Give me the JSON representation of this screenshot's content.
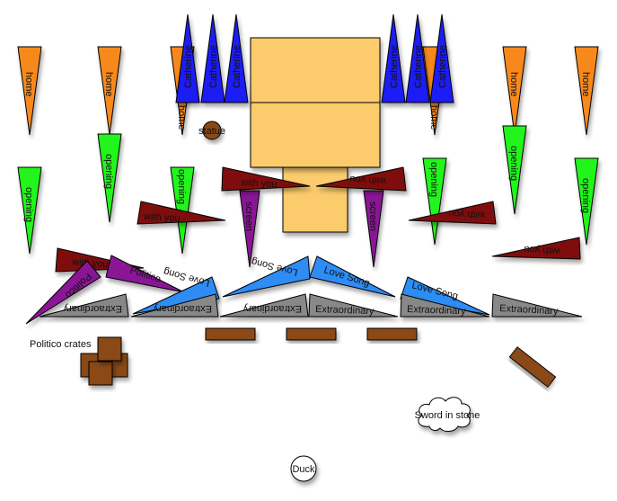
{
  "labels": {
    "home": "home",
    "opening": "opening",
    "catherine": "Catherine",
    "with_you": "with you",
    "screen": "screen",
    "politico": "Politico",
    "love_song": "Love Song",
    "extraordinary": "Extraordinary",
    "statue": "statue",
    "politico_crates": "Politico crates",
    "sword_in_stone": "Sword in stone",
    "duck": "Duck"
  },
  "colors": {
    "home": "#f7891f",
    "opening": "#22f51f",
    "catherine": "#1f1ff5",
    "with_you": "#7f0f0f",
    "purple": "#8a1796",
    "love_song": "#2f8cf5",
    "extraordinary": "#888888",
    "stage": "#fbcb6c",
    "brown": "#8a4a12"
  }
}
